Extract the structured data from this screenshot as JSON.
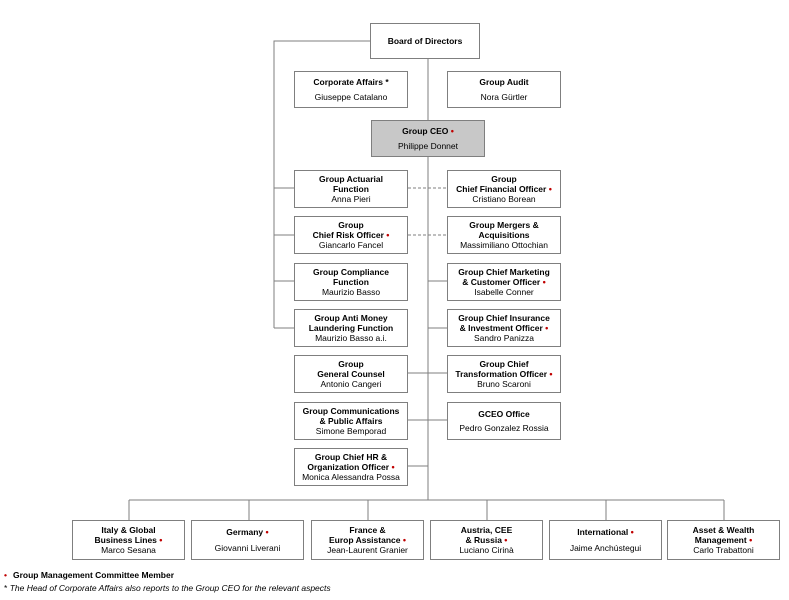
{
  "board": {
    "title": "Board of Directors"
  },
  "corporate_affairs": {
    "title": "Corporate Affairs",
    "name": "Giuseppe Catalano"
  },
  "group_audit": {
    "title": "Group Audit",
    "name": "Nora Gürtler"
  },
  "ceo": {
    "title": "Group CEO",
    "name": "Philippe Donnet"
  },
  "left": [
    {
      "key": "actuarial",
      "title_lines": [
        "Group Actuarial",
        "Function"
      ],
      "name": "Anna Pieri",
      "star": false
    },
    {
      "key": "risk",
      "title_lines": [
        "Group",
        "Chief Risk Officer"
      ],
      "name": "Giancarlo Fancel",
      "star": true
    },
    {
      "key": "compliance",
      "title_lines": [
        "Group Compliance",
        "Function"
      ],
      "name": "Maurizio Basso",
      "star": false
    },
    {
      "key": "aml",
      "title_lines": [
        "Group Anti Money",
        "Laundering Function"
      ],
      "name": "Maurizio Basso a.i.",
      "star": false
    },
    {
      "key": "counsel",
      "title_lines": [
        "Group",
        "General Counsel"
      ],
      "name": "Antonio Cangeri",
      "star": false
    },
    {
      "key": "communications",
      "title_lines": [
        "Group Communications",
        "& Public Affairs"
      ],
      "name": "Simone Bemporad",
      "star": false
    },
    {
      "key": "hr",
      "title_lines": [
        "Group Chief HR &",
        "Organization Officer"
      ],
      "name": "Monica Alessandra Possa",
      "star": true
    }
  ],
  "right": [
    {
      "key": "cfo",
      "title_lines": [
        "Group",
        "Chief Financial Officer"
      ],
      "name": "Cristiano Borean",
      "star": true
    },
    {
      "key": "ma",
      "title_lines": [
        "Group Mergers &",
        "Acquisitions"
      ],
      "name": "Massimiliano Ottochian",
      "star": false
    },
    {
      "key": "marketing",
      "title_lines": [
        "Group Chief Marketing",
        "& Customer Officer"
      ],
      "name": "Isabelle Conner",
      "star": true
    },
    {
      "key": "insurance",
      "title_lines": [
        "Group Chief Insurance",
        "& Investment Officer"
      ],
      "name": "Sandro Panizza",
      "star": true
    },
    {
      "key": "transformation",
      "title_lines": [
        "Group Chief",
        "Transformation Officer"
      ],
      "name": "Bruno Scaroni",
      "star": true
    },
    {
      "key": "gceo",
      "title_lines": [
        "GCEO Office"
      ],
      "name": "Pedro Gonzalez Rossia",
      "star": false
    }
  ],
  "bottom": [
    {
      "key": "italy",
      "title_lines": [
        "Italy & Global",
        "Business Lines"
      ],
      "name": "Marco Sesana",
      "star": true
    },
    {
      "key": "germany",
      "title_lines": [
        "Germany"
      ],
      "name": "Giovanni Liverani",
      "star": true
    },
    {
      "key": "france",
      "title_lines": [
        "France &",
        "Europ Assistance"
      ],
      "name": "Jean-Laurent Granier",
      "star": true
    },
    {
      "key": "austria",
      "title_lines": [
        "Austria, CEE",
        "& Russia"
      ],
      "name": "Luciano Cirinà",
      "star": true
    },
    {
      "key": "international",
      "title_lines": [
        "International"
      ],
      "name": "Jaime Anchústegui",
      "star": true
    },
    {
      "key": "asset",
      "title_lines": [
        "Asset & Wealth",
        "Management"
      ],
      "name": "Carlo Trabattoni",
      "star": true
    }
  ],
  "legend": {
    "mark": "•",
    "gmc": "Group Management Committee Member",
    "footnote_mark": "*",
    "footnote": "The Head of Corporate Affairs also reports to the Group CEO for the relevant aspects"
  },
  "star_glyph": "•",
  "asterisk": "*",
  "colors": {
    "star": "#c00000",
    "ceo_fill": "#c8c8c8",
    "border": "#7f7f7f"
  }
}
